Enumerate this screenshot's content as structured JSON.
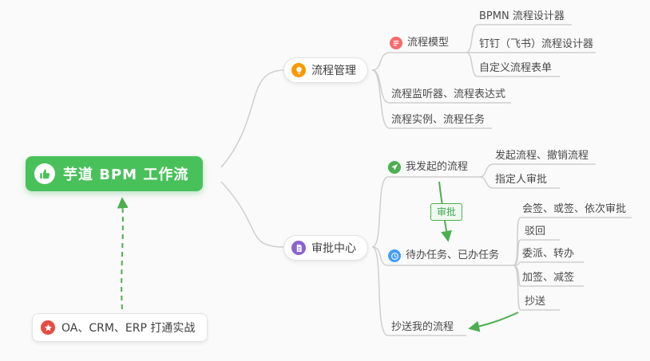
{
  "colors": {
    "brand_green": "#49c15a",
    "arrow_green": "#4caf50",
    "connector_gray": "#cccccc",
    "process_management_icon_orange": "#ff9800",
    "approval_center_icon_purple": "#8a63d2",
    "process_model_icon_red": "#f56c6c",
    "my_initiated_icon_green": "#4caf50",
    "todo_icon_blue": "#409eff",
    "note_star_red": "#e54d42"
  },
  "root": {
    "label": "芋道 BPM 工作流"
  },
  "note": {
    "label": "OA、CRM、ERP 打通实战"
  },
  "approval_arrow_badge": {
    "label": "审批"
  },
  "branches": {
    "process_management": {
      "label": "流程管理",
      "children": {
        "process_model": {
          "label": "流程模型",
          "children": {
            "bpmn_designer": {
              "label": "BPMN 流程设计器"
            },
            "dingtalk_feishu_designer": {
              "label": "钉钉（飞书）流程设计器"
            },
            "custom_process_form": {
              "label": "自定义流程表单"
            }
          }
        },
        "process_listener_expression": {
          "label": "流程监听器、流程表达式"
        },
        "process_instance_task": {
          "label": "流程实例、流程任务"
        }
      }
    },
    "approval_center": {
      "label": "审批中心",
      "children": {
        "my_initiated_process": {
          "label": "我发起的流程",
          "children": {
            "initiate_revoke_process": {
              "label": "发起流程、撤销流程"
            },
            "designated_person_approval": {
              "label": "指定人审批"
            }
          }
        },
        "todo_done_tasks": {
          "label": "待办任务、已办任务",
          "children": {
            "countersign_or_sequential": {
              "label": "会签、或签、依次审批"
            },
            "reject": {
              "label": "驳回"
            },
            "delegate_transfer": {
              "label": "委派、转办"
            },
            "add_reduce_sign": {
              "label": "加签、减签"
            },
            "carbon_copy": {
              "label": "抄送"
            }
          }
        },
        "cc_my_process": {
          "label": "抄送我的流程"
        }
      }
    }
  }
}
